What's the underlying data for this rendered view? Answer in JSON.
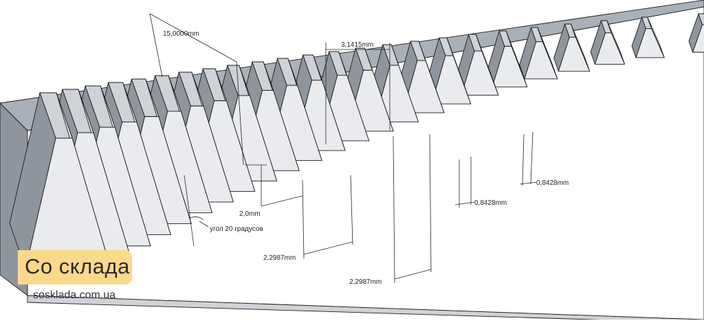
{
  "dimensions": {
    "module_length": "15,0000mm",
    "pitch": "3,1415mm",
    "tooth_height": "2,0mm",
    "pressure_angle": "угол 20 градусов",
    "top_land_1": "2,2987mm",
    "top_land_2": "2,2987mm",
    "root_width_1": "0,8428mm",
    "root_width_2": "0,8428mm"
  },
  "brand": {
    "name": "Со склада",
    "url": "sosklada.com.ua"
  },
  "colors": {
    "background": "#ffffff",
    "rack_body": "#a9b0b8",
    "face_light": "#e9ebee",
    "face_mid": "#cfd3d8",
    "face_dark": "#8f959c",
    "edge": "#1a1a1a",
    "badge": "#fbd98a"
  }
}
